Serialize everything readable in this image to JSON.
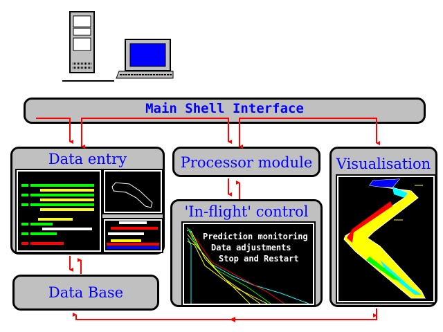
{
  "main_shell": {
    "label": "Main Shell Interface"
  },
  "modules": {
    "data_entry": "Data entry",
    "processor": "Processor module",
    "inflight": "'In-flight' control",
    "visualisation": "Visualisation",
    "database": "Data Base"
  },
  "inflight_screen": {
    "lines": [
      "Prediction monitoring",
      "Data adjustments",
      "Stop and Restart"
    ]
  },
  "colors": {
    "arrow": "#ff0000",
    "title": "#0000ff",
    "panel": "#c0c0c0",
    "monitor_screen": "#0000ff"
  }
}
